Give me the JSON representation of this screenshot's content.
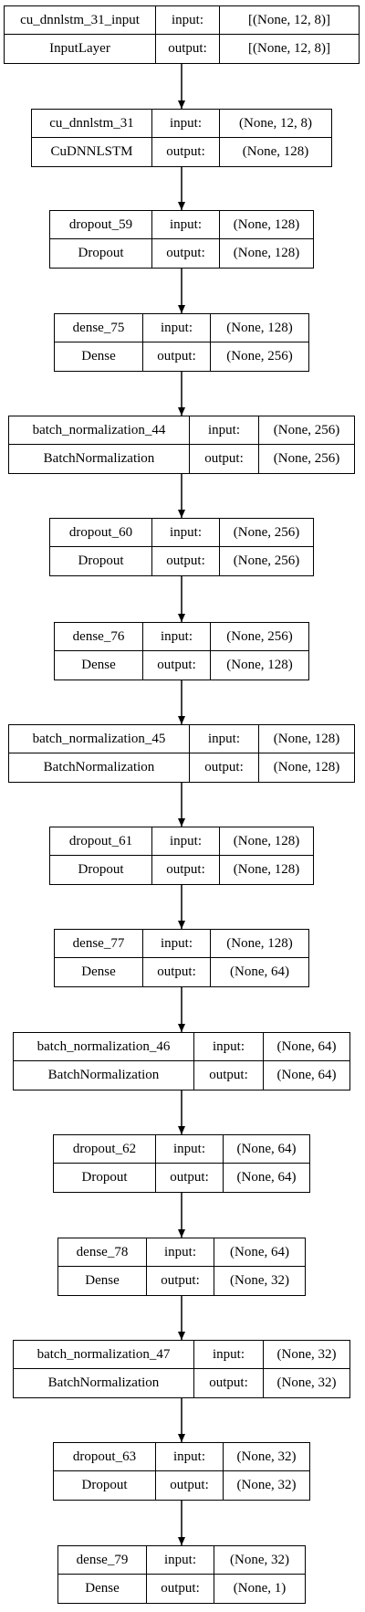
{
  "labels": {
    "input": "input:",
    "output": "output:"
  },
  "layers": [
    {
      "name": "cu_dnnlstm_31_input",
      "type": "InputLayer",
      "input": "[(None, 12, 8)]",
      "output": "[(None, 12, 8)]"
    },
    {
      "name": "cu_dnnlstm_31",
      "type": "CuDNNLSTM",
      "input": "(None, 12, 8)",
      "output": "(None, 128)"
    },
    {
      "name": "dropout_59",
      "type": "Dropout",
      "input": "(None, 128)",
      "output": "(None, 128)"
    },
    {
      "name": "dense_75",
      "type": "Dense",
      "input": "(None, 128)",
      "output": "(None, 256)"
    },
    {
      "name": "batch_normalization_44",
      "type": "BatchNormalization",
      "input": "(None, 256)",
      "output": "(None, 256)"
    },
    {
      "name": "dropout_60",
      "type": "Dropout",
      "input": "(None, 256)",
      "output": "(None, 256)"
    },
    {
      "name": "dense_76",
      "type": "Dense",
      "input": "(None, 256)",
      "output": "(None, 128)"
    },
    {
      "name": "batch_normalization_45",
      "type": "BatchNormalization",
      "input": "(None, 128)",
      "output": "(None, 128)"
    },
    {
      "name": "dropout_61",
      "type": "Dropout",
      "input": "(None, 128)",
      "output": "(None, 128)"
    },
    {
      "name": "dense_77",
      "type": "Dense",
      "input": "(None, 128)",
      "output": "(None, 64)"
    },
    {
      "name": "batch_normalization_46",
      "type": "BatchNormalization",
      "input": "(None, 64)",
      "output": "(None, 64)"
    },
    {
      "name": "dropout_62",
      "type": "Dropout",
      "input": "(None, 64)",
      "output": "(None, 64)"
    },
    {
      "name": "dense_78",
      "type": "Dense",
      "input": "(None, 64)",
      "output": "(None, 32)"
    },
    {
      "name": "batch_normalization_47",
      "type": "BatchNormalization",
      "input": "(None, 32)",
      "output": "(None, 32)"
    },
    {
      "name": "dropout_63",
      "type": "Dropout",
      "input": "(None, 32)",
      "output": "(None, 32)"
    },
    {
      "name": "dense_79",
      "type": "Dense",
      "input": "(None, 32)",
      "output": "(None, 1)"
    }
  ]
}
